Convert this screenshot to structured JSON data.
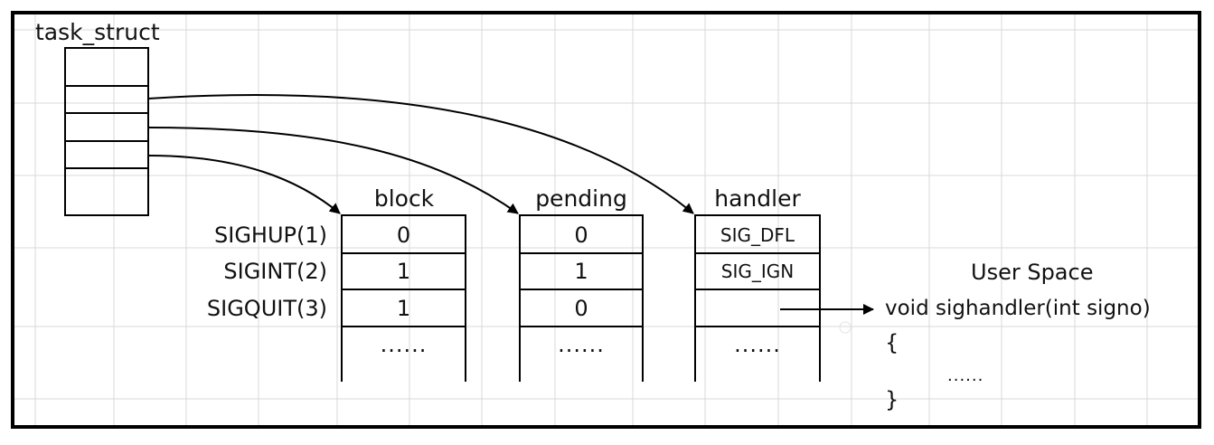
{
  "task_struct": {
    "label": "task_struct"
  },
  "signals": [
    "SIGHUP(1)",
    "SIGINT(2)",
    "SIGQUIT(3)"
  ],
  "tables": {
    "block": {
      "header": "block",
      "cells": [
        "0",
        "1",
        "1",
        "......"
      ]
    },
    "pending": {
      "header": "pending",
      "cells": [
        "0",
        "1",
        "0",
        "......"
      ]
    },
    "handler": {
      "header": "handler",
      "cells": [
        "SIG_DFL",
        "SIG_IGN",
        "",
        "......"
      ]
    }
  },
  "user_space": {
    "title": "User Space",
    "signature": "void sighandler(int signo)",
    "open_brace": "{",
    "body": "......",
    "close_brace": "}"
  }
}
